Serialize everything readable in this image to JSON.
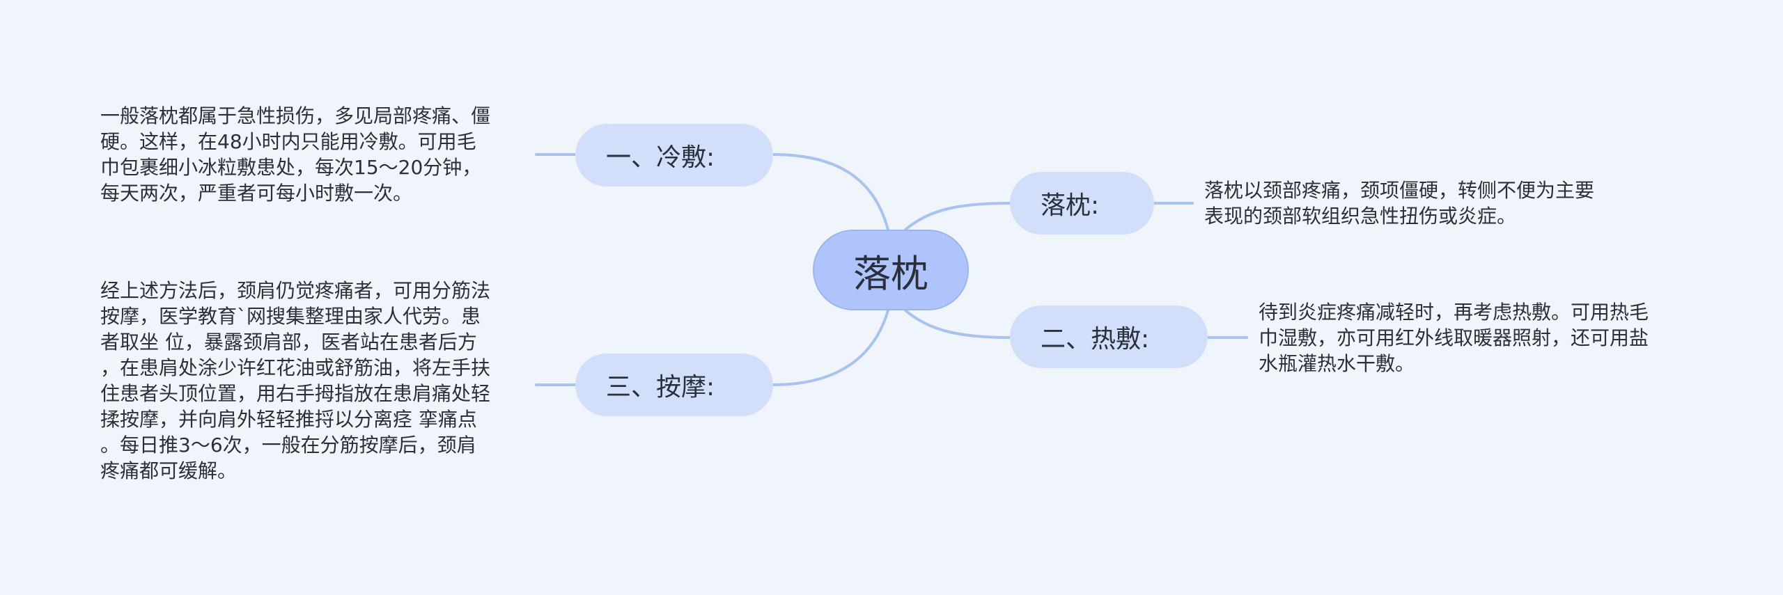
{
  "root": {
    "label": "落枕"
  },
  "branches": {
    "cold": {
      "label": "一、冷敷:",
      "text": "一般落枕都属于急性损伤，多见局部疼痛、僵\n硬。这样，在48小时内只能用冷敷。可用毛\n巾包裹细小冰粒敷患处，每次15～20分钟，\n每天两次，严重者可每小时敷一次。"
    },
    "massage": {
      "label": "三、按摩:",
      "text": "经上述方法后，颈肩仍觉疼痛者，可用分筋法\n按摩，医学教育`网搜集整理由家人代劳。患\n者取坐 位，暴露颈肩部，医者站在患者后方\n，在患肩处涂少许红花油或舒筋油，将左手扶\n住患者头顶位置，用右手拇指放在患肩痛处轻\n揉按摩，并向肩外轻轻推捋以分离痉 挛痛点\n。每日推3～6次，一般在分筋按摩后，颈肩\n疼痛都可缓解。"
    },
    "definition": {
      "label": "落枕:",
      "text": "落枕以颈部疼痛，颈项僵硬，转侧不便为主要\n表现的颈部软组织急性扭伤或炎症。"
    },
    "hot": {
      "label": "二、热敷:",
      "text": "待到炎症疼痛减轻时，再考虑热敷。可用热毛\n巾湿敷，亦可用红外线取暖器照射，还可用盐\n水瓶灌热水干敷。"
    }
  },
  "colors": {
    "connector": "#a8c2f2",
    "root_fill": "#aec4fb",
    "branch_fill": "#d2dffb",
    "background": "#f0f4fb"
  }
}
